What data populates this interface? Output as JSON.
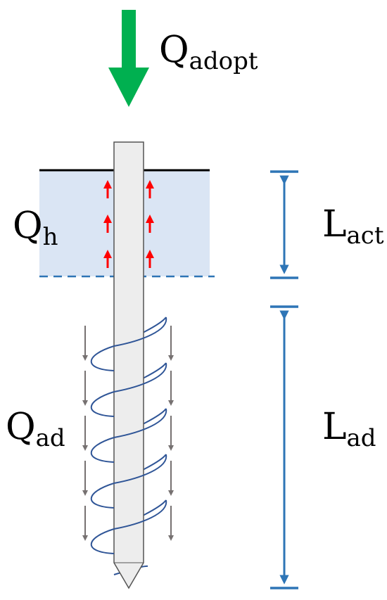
{
  "labels": {
    "load": {
      "main": "Q",
      "sub": "adopt"
    },
    "shaft_resistance": {
      "main": "Q",
      "sub": "h"
    },
    "helix_resistance": {
      "main": "Q",
      "sub": "ad"
    },
    "active_length": {
      "main": "L",
      "sub": "act"
    },
    "adhesion_length": {
      "main": "L",
      "sub": "ad"
    }
  },
  "colors": {
    "load_arrow": "#00b050",
    "soil_layer": "#dae5f4",
    "ground_line": "#000000",
    "layer_boundary": "#2e75b6",
    "dimension": "#2e75b6",
    "helix": "#2f5597",
    "pile_fill": "#ededed",
    "pile_stroke": "#555555",
    "upward_arrows": "#ff0000",
    "downward_arrows": "#767171"
  }
}
